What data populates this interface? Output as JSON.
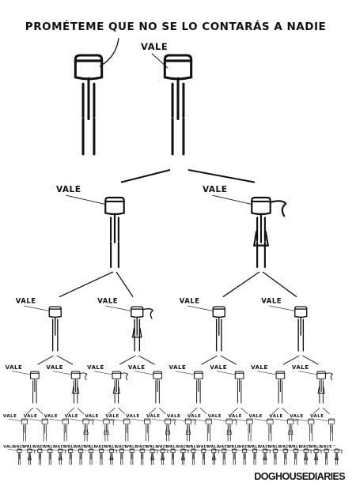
{
  "caption": "PROMÉTEME QUE NO SE LO CONTARÁS A NADIE",
  "reply": "VALE",
  "credit": "DOGHOUSEDIARIES"
}
